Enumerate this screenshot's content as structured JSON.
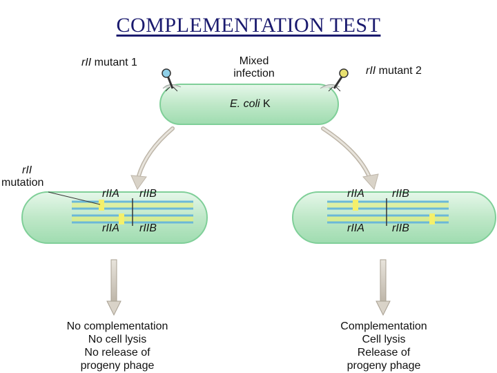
{
  "title": "COMPLEMENTATION TEST",
  "phage1": {
    "prefix": "rII",
    "suffix": " mutant 1"
  },
  "phage2": {
    "prefix": "rII",
    "suffix": " mutant 2"
  },
  "mixed_infection": [
    "Mixed",
    "infection"
  ],
  "host": {
    "species": "E. coli",
    "strain": " K"
  },
  "rii_mutation": [
    "rII",
    "mutation"
  ],
  "gene_a": "rIIA",
  "gene_b": "rIIB",
  "left_outcome": [
    "No complementation",
    "No cell lysis",
    "No release of",
    "progeny phage"
  ],
  "right_outcome": [
    "Complementation",
    "Cell lysis",
    "Release of",
    "progeny phage"
  ],
  "colors": {
    "cell": "#bfe8c8",
    "cell_edge": "#7fcf98",
    "strand_blue": "#6bb8d8",
    "strand_yellow": "#e8f070",
    "arrow": "#c9c2b6"
  }
}
